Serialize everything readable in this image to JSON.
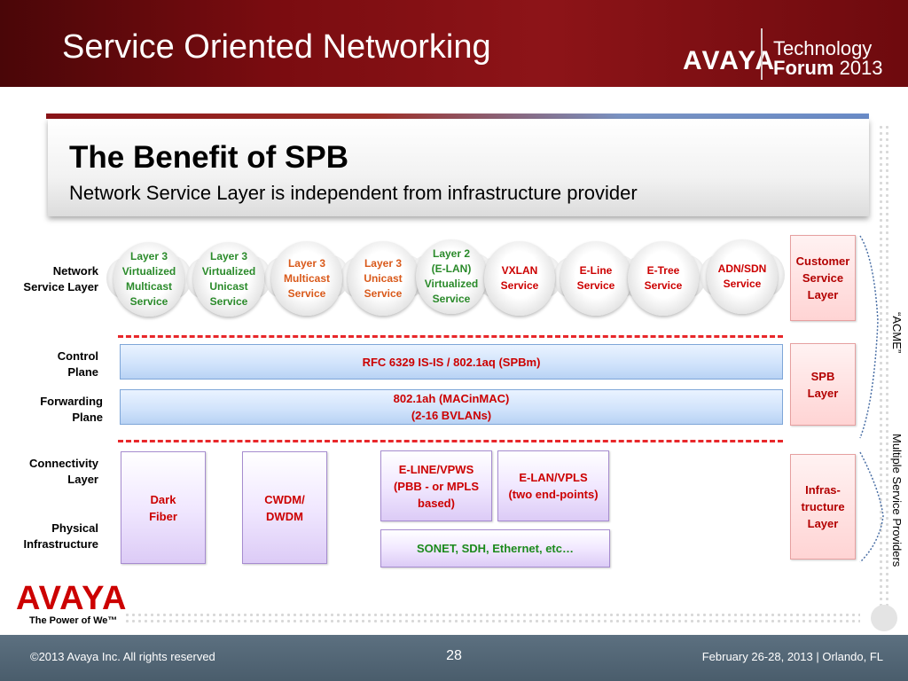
{
  "header": {
    "title": "Service Oriented Networking",
    "brand": "AVAYA",
    "event_line1": "Technology",
    "event_line2_a": "Forum",
    "event_line2_b": "2013"
  },
  "subtitle": {
    "title": "The Benefit of SPB",
    "description": "Network Service Layer is independent from infrastructure provider"
  },
  "left_labels": {
    "network_service_layer": [
      "Network",
      "Service Layer"
    ],
    "control_plane": [
      "Control",
      "Plane"
    ],
    "forwarding_plane": [
      "Forwarding",
      "Plane"
    ],
    "connectivity_layer": [
      "Connectivity",
      "Layer"
    ],
    "physical_infrastructure": [
      "Physical",
      "Infrastructure"
    ]
  },
  "services": [
    {
      "lines": [
        "Layer 3",
        "Virtualized",
        "Multicast",
        "Service"
      ],
      "color": "green"
    },
    {
      "lines": [
        "Layer 3",
        "Virtualized",
        "Unicast",
        "Service"
      ],
      "color": "green"
    },
    {
      "lines": [
        "Layer 3",
        "Multicast",
        "Service"
      ],
      "color": "orange"
    },
    {
      "lines": [
        "Layer 3",
        "Unicast",
        "Service"
      ],
      "color": "orange"
    },
    {
      "lines": [
        "Layer 2",
        "(E-LAN)",
        "Virtualized",
        "Service"
      ],
      "color": "green"
    },
    {
      "lines": [
        "VXLAN",
        "Service"
      ],
      "color": "red"
    },
    {
      "lines": [
        "E-Line",
        "Service"
      ],
      "color": "red"
    },
    {
      "lines": [
        "E-Tree",
        "Service"
      ],
      "color": "red"
    },
    {
      "lines": [
        "ADN/SDN",
        "Service"
      ],
      "color": "red"
    }
  ],
  "bars": {
    "control": [
      "RFC 6329 IS-IS / 802.1aq (SPBm)"
    ],
    "forwarding": [
      "802.1ah (MACinMAC)",
      "(2-16 BVLANs)"
    ]
  },
  "infra_boxes": {
    "dark_fiber": [
      "Dark",
      "Fiber"
    ],
    "cwdm": [
      "CWDM/",
      "DWDM"
    ],
    "eline": [
      "E-LINE/VPWS",
      "(PBB - or MPLS",
      "based)"
    ],
    "elan": [
      "E-LAN/VPLS",
      "(two end-points)"
    ],
    "sonet": [
      "SONET, SDH, Ethernet, etc…"
    ]
  },
  "right_layers": {
    "customer": [
      "Customer",
      "Service",
      "Layer"
    ],
    "spb": [
      "SPB",
      "Layer"
    ],
    "infra": [
      "Infras-",
      "tructure",
      "Layer"
    ]
  },
  "side_labels": {
    "acme": "“ACME”",
    "providers": "Multiple Service Providers"
  },
  "footer": {
    "logo": "AVAYA",
    "tagline": "The Power of We™",
    "copyright": "©2013 Avaya Inc. All rights reserved",
    "page": "28",
    "event": "February 26-28, 2013 | Orlando, FL"
  },
  "colors": {
    "header_red": "#7a0c10",
    "accent_red": "#cc0000",
    "service_green": "#2a8a2a",
    "service_orange": "#d9591a",
    "footer_slate": "#4a5d6c"
  }
}
